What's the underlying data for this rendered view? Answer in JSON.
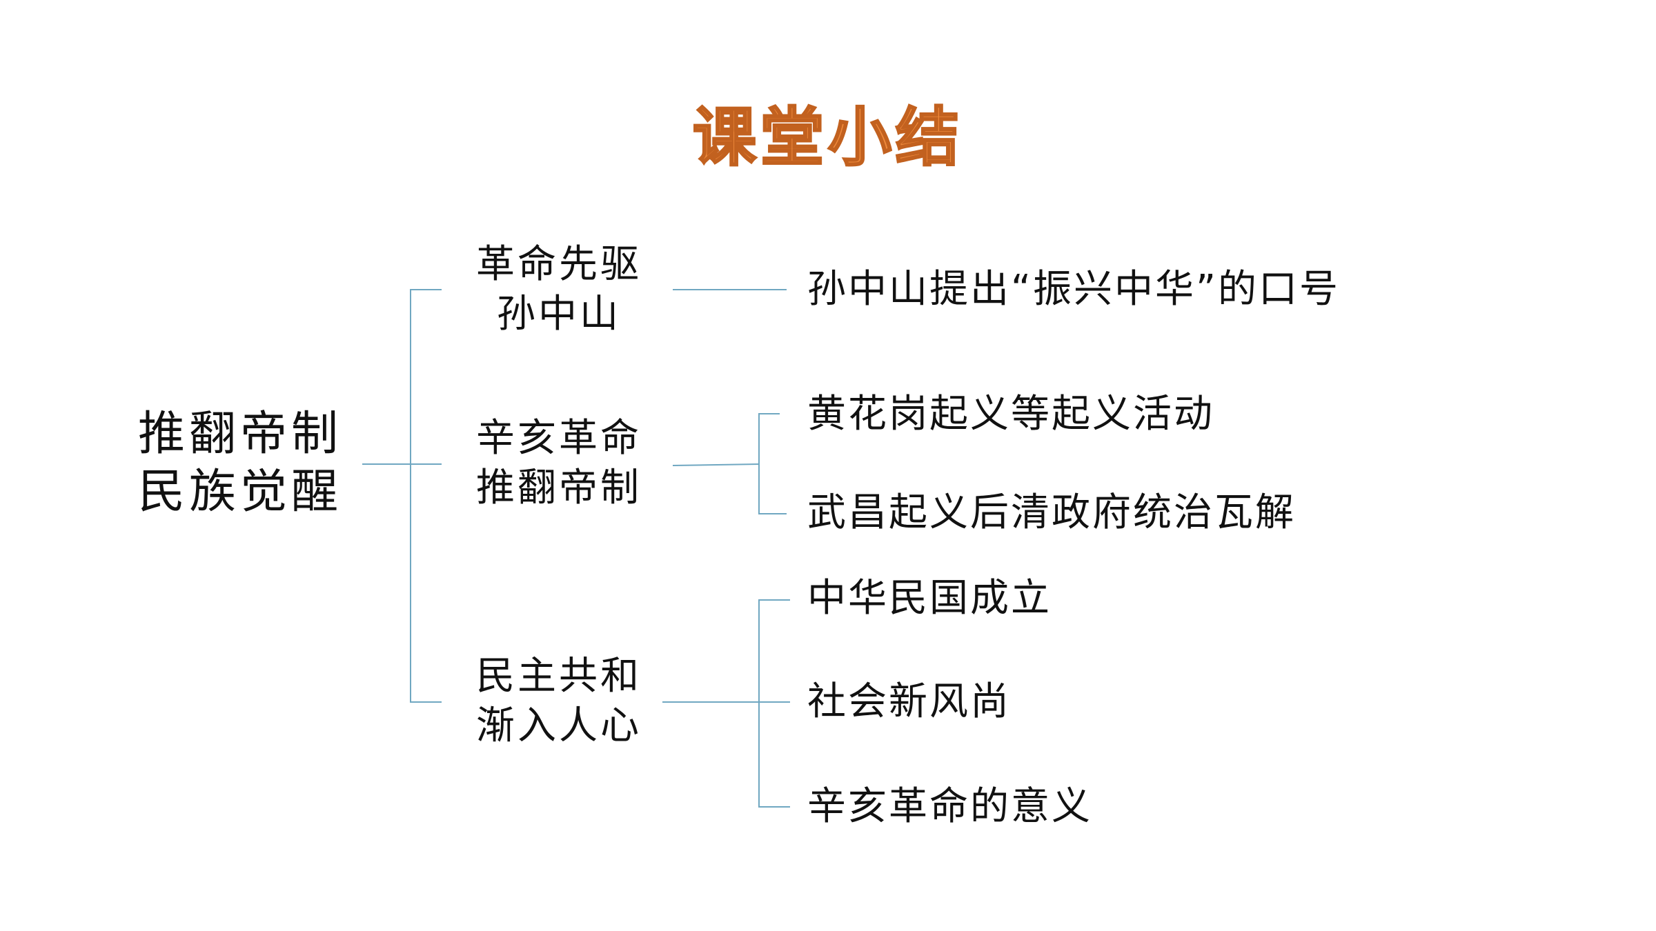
{
  "title": "课堂小结",
  "title_color": "#ef8a3c",
  "connector_color": "#6fa7c1",
  "root": {
    "line1": "推翻帝制",
    "line2": "民族觉醒"
  },
  "branches": [
    {
      "line1": "革命先驱",
      "line2": "孙中山",
      "leaves": [
        "孙中山提出“振兴中华”的口号"
      ]
    },
    {
      "line1": "辛亥革命",
      "line2": "推翻帝制",
      "leaves": [
        "黄花岗起义等起义活动",
        "武昌起义后清政府统治瓦解"
      ]
    },
    {
      "line1": "民主共和",
      "line2": "渐入人心",
      "leaves": [
        "中华民国成立",
        "社会新风尚",
        "辛亥革命的意义"
      ]
    }
  ]
}
